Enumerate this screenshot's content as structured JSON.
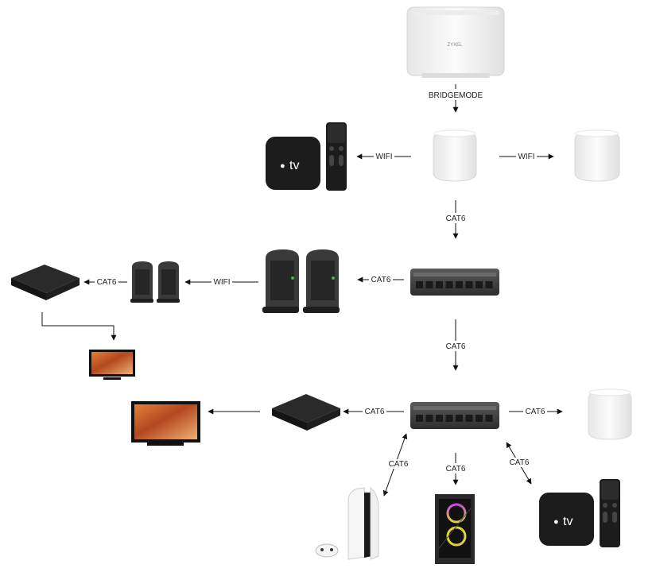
{
  "labels": {
    "bridge_mode": "BRIDGEMODE",
    "wifi_left": "WIFI",
    "wifi_right": "WIFI",
    "cat6_deco_down": "CAT6",
    "cat6_switch1_powerline": "CAT6",
    "wifi_powerline": "WIFI",
    "cat6_powerline_box": "CAT6",
    "cat6_switch_chain": "CAT6",
    "cat6_switch2_box": "CAT6",
    "cat6_switch2_deco": "CAT6",
    "cat6_ps5": "CAT6",
    "cat6_pc": "CAT6",
    "cat6_appletv": "CAT6"
  },
  "logos": {
    "router_brand": "ZYXEL",
    "appletv_text": "tv"
  },
  "colors": {
    "device_black": "#1c1c1c",
    "device_white": "#f2f2f2",
    "switch_body": "#4a4a4a",
    "line": "#111111"
  }
}
